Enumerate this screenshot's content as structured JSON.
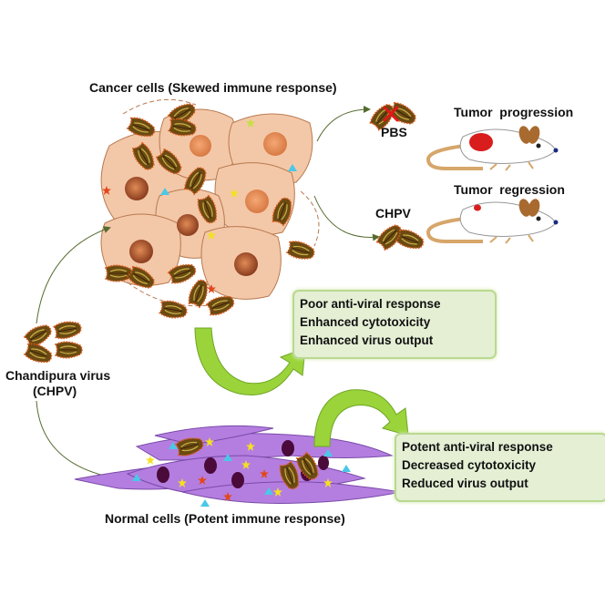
{
  "labels": {
    "cancer_cells": "Cancer cells (Skewed immune response)",
    "normal_cells": "Normal cells (Potent immune response)",
    "virus_name": "Chandipura virus",
    "virus_abbrev": "(CHPV)",
    "pbs": "PBS",
    "chpv": "CHPV",
    "tumor_progression": "Tumor  progression",
    "tumor_regression": "Tumor  regression"
  },
  "cancer_outcome_box": [
    "Poor anti-viral response",
    "Enhanced cytotoxicity",
    "Enhanced virus output"
  ],
  "normal_outcome_box": [
    "Potent anti-viral response",
    "Decreased cytotoxicity",
    "Reduced virus output"
  ],
  "colors": {
    "cancer_cell_fill": "#f3c8a8",
    "cancer_nucleus": "#b5653a",
    "normal_cell_fill": "#b47ee0",
    "normal_nucleus": "#4a0a3a",
    "virus_body": "#6b4a12",
    "arrow_green": "#9ad43a",
    "box_fill": "#e4efd4",
    "tumor_red": "#d91c1c"
  },
  "icons": [
    "virus-particle-icon",
    "mouse-icon",
    "interferon-star-icon",
    "cytokine-triangle-icon",
    "red-x-icon"
  ]
}
